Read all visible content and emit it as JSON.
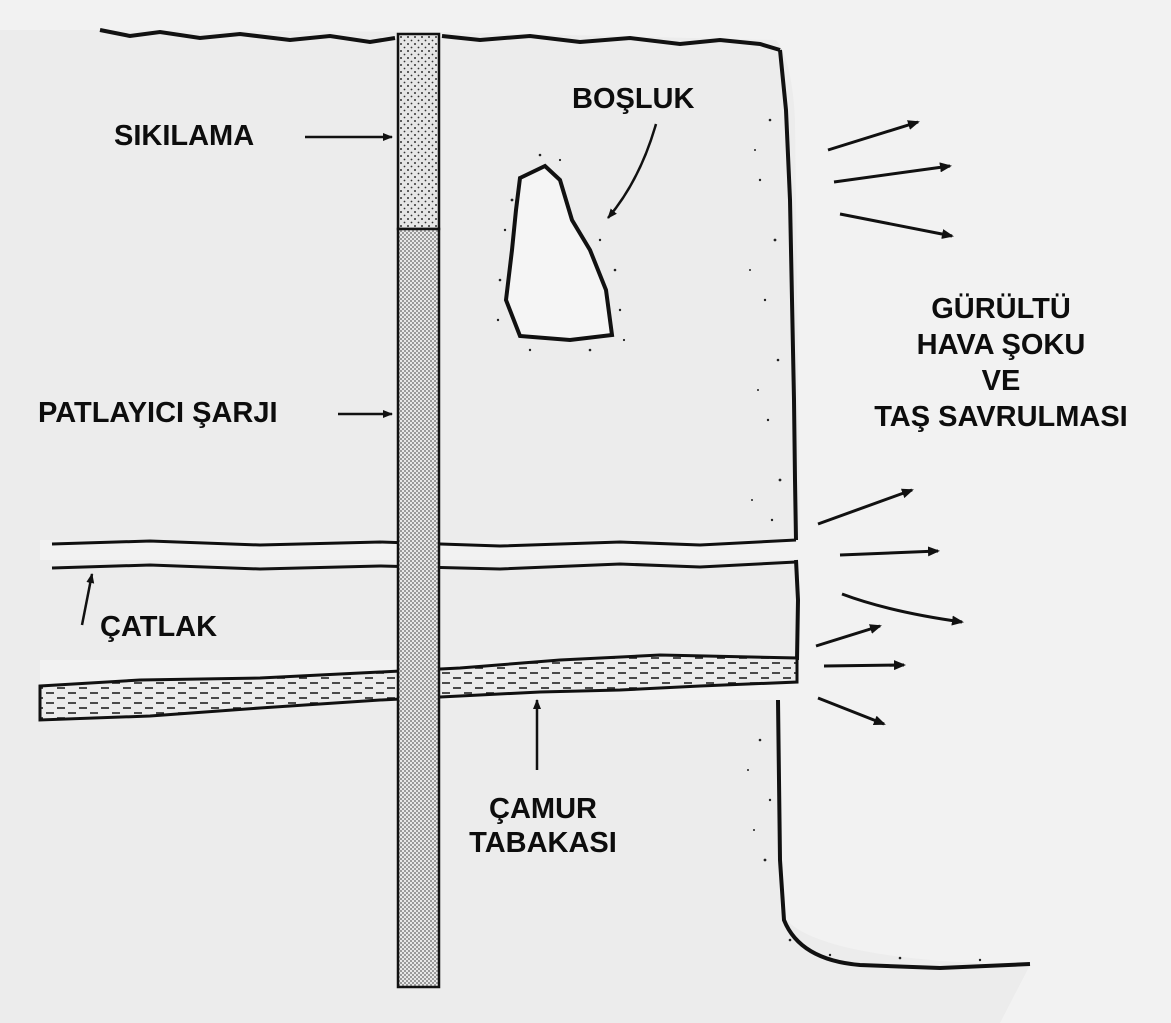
{
  "labels": {
    "stemming": "SIKILAMA",
    "cavity": "BOŞLUK",
    "explosive_charge": "PATLAYICI ŞARJI",
    "crack": "ÇATLAK",
    "mud_seam_1": "ÇAMUR",
    "mud_seam_2": "TABAKASI",
    "effects_1": "GÜRÜLTÜ",
    "effects_2": "HAVA ŞOKU",
    "effects_3": "VE",
    "effects_4": "TAŞ SAVRULMASI"
  },
  "colors": {
    "ink": "#111111",
    "paper": "#f2f2f2",
    "rock": "#ececec",
    "stemming_fill": "#dedede",
    "charge_fill": "#a8a8a8"
  }
}
